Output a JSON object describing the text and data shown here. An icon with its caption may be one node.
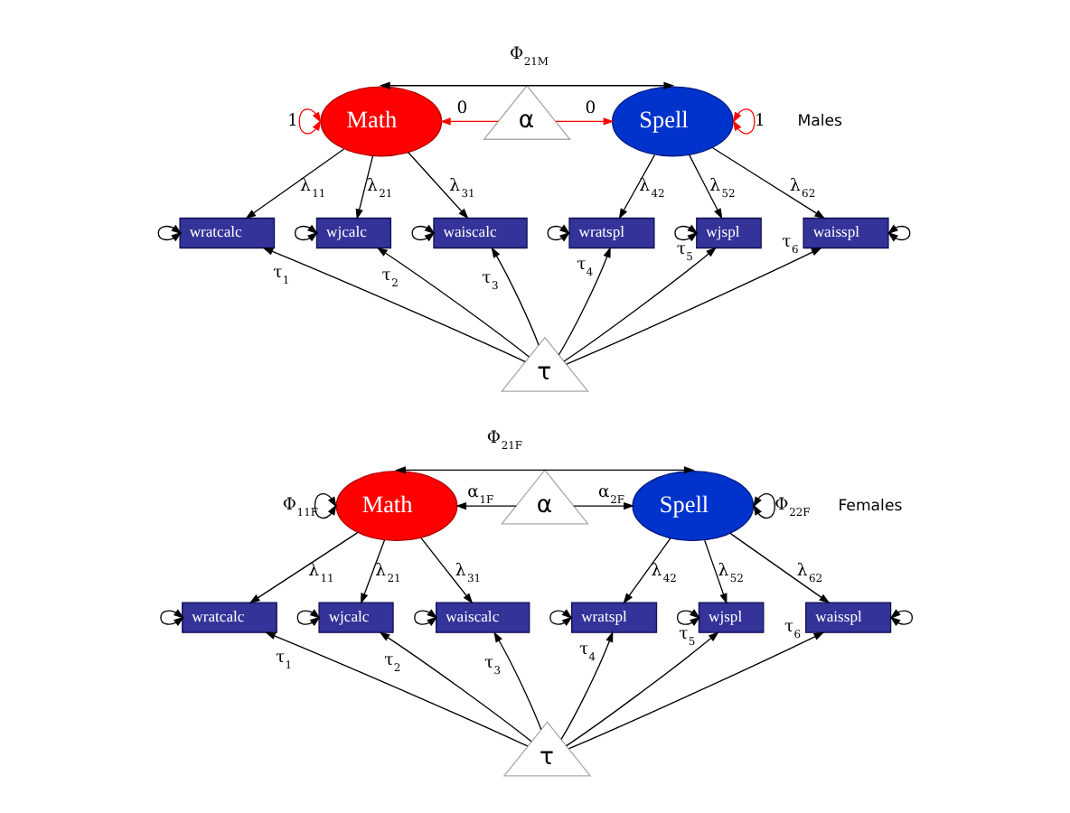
{
  "diagram": {
    "nodes": [
      {
        "text": [
          "Math"
        ]
      },
      {
        "text": [
          "α"
        ]
      },
      {
        "text": [
          "Spell"
        ]
      },
      {
        "text": [
          "wratcalc"
        ]
      },
      {
        "text": [
          "wjcalc"
        ]
      },
      {
        "text": [
          "waiscalc"
        ]
      },
      {
        "text": [
          "wratspl"
        ]
      },
      {
        "text": [
          "wjspl"
        ]
      },
      {
        "text": [
          "waisspl"
        ]
      },
      {
        "text": [
          "τ"
        ]
      },
      {
        "text": [
          "Math"
        ]
      },
      {
        "text": [
          "α"
        ]
      },
      {
        "text": [
          "Spell"
        ]
      },
      {
        "text": [
          "wratcalc"
        ]
      },
      {
        "text": [
          "wjcalc"
        ]
      },
      {
        "text": [
          "waiscalc"
        ]
      },
      {
        "text": [
          "wratspl"
        ]
      },
      {
        "text": [
          "wjspl"
        ]
      },
      {
        "text": [
          "waisspl"
        ]
      },
      {
        "text": [
          "τ"
        ]
      }
    ],
    "edges": [
      {
        "from": 0,
        "to": 2,
        "arrow": "both",
        "label": "Φ$_{21M}$"
      },
      {
        "from": 1,
        "to": 0,
        "arrow": "to",
        "label": "0",
        "color": "#ff0000"
      },
      {
        "from": 1,
        "to": 2,
        "arrow": "to",
        "label": "0",
        "color": "#ff0000"
      },
      {
        "from": 0,
        "to": 0,
        "arrow": "both",
        "label": "1",
        "color": "#ff0000"
      },
      {
        "from": 2,
        "to": 2,
        "arrow": "both",
        "label": "1",
        "color": "#ff0000"
      },
      {
        "from": 0,
        "to": 3,
        "arrow": "to",
        "label": "λ$_{11}$"
      },
      {
        "from": 0,
        "to": 4,
        "arrow": "to",
        "label": "λ$_{21}$"
      },
      {
        "from": 0,
        "to": 5,
        "arrow": "to",
        "label": "λ$_{31}$"
      },
      {
        "from": 2,
        "to": 6,
        "arrow": "to",
        "label": "λ$_{42}$"
      },
      {
        "from": 2,
        "to": 7,
        "arrow": "to",
        "label": "λ$_{52}$"
      },
      {
        "from": 2,
        "to": 8,
        "arrow": "to",
        "label": "λ$_{62}$"
      },
      {
        "from": 3,
        "to": 3,
        "arrow": "both"
      },
      {
        "from": 4,
        "to": 4,
        "arrow": "both"
      },
      {
        "from": 5,
        "to": 5,
        "arrow": "both"
      },
      {
        "from": 6,
        "to": 6,
        "arrow": "both"
      },
      {
        "from": 7,
        "to": 7,
        "arrow": "both"
      },
      {
        "from": 8,
        "to": 8,
        "arrow": "both"
      },
      {
        "from": 9,
        "to": 3,
        "arrow": "to",
        "label": "τ$_{1}$"
      },
      {
        "from": 9,
        "to": 4,
        "arrow": "to",
        "label": "τ$_{2}$"
      },
      {
        "from": 9,
        "to": 5,
        "arrow": "to",
        "label": "τ$_{3}$"
      },
      {
        "from": 9,
        "to": 6,
        "arrow": "to",
        "label": "τ$_{4}$"
      },
      {
        "from": 9,
        "to": 7,
        "arrow": "to",
        "label": "τ$_{5}$"
      },
      {
        "from": 9,
        "to": 8,
        "arrow": "to",
        "label": "τ$_{6}$"
      },
      {
        "from": 10,
        "to": 12,
        "arrow": "both",
        "label": "Φ$_{21F}$"
      },
      {
        "from": 11,
        "to": 10,
        "arrow": "to",
        "label": "α$_{1F}$"
      },
      {
        "from": 11,
        "to": 12,
        "arrow": "to",
        "label": "α$_{2F}$"
      },
      {
        "from": 10,
        "to": 10,
        "arrow": "both",
        "label": "Φ$_{11F}$"
      },
      {
        "from": 12,
        "to": 12,
        "arrow": "both",
        "label": "Φ$_{22F}$"
      },
      {
        "from": 10,
        "to": 13,
        "arrow": "to",
        "label": "λ$_{11}$"
      },
      {
        "from": 10,
        "to": 14,
        "arrow": "to",
        "label": "λ$_{21}$"
      },
      {
        "from": 10,
        "to": 15,
        "arrow": "to",
        "label": "λ$_{31}$"
      },
      {
        "from": 12,
        "to": 16,
        "arrow": "to",
        "label": "λ$_{42}$"
      },
      {
        "from": 12,
        "to": 17,
        "arrow": "to",
        "label": "λ$_{52}$"
      },
      {
        "from": 12,
        "to": 18,
        "arrow": "to",
        "label": "λ$_{62}$"
      },
      {
        "from": 13,
        "to": 13,
        "arrow": "both"
      },
      {
        "from": 14,
        "to": 14,
        "arrow": "both"
      },
      {
        "from": 15,
        "to": 15,
        "arrow": "both"
      },
      {
        "from": 16,
        "to": 16,
        "arrow": "both"
      },
      {
        "from": 17,
        "to": 17,
        "arrow": "both"
      },
      {
        "from": 18,
        "to": 18,
        "arrow": "both"
      },
      {
        "from": 19,
        "to": 13,
        "arrow": "to",
        "label": "τ$_{1}$"
      },
      {
        "from": 19,
        "to": 14,
        "arrow": "to",
        "label": "τ$_{2}$"
      },
      {
        "from": 19,
        "to": 15,
        "arrow": "to",
        "label": "τ$_{3}$"
      },
      {
        "from": 19,
        "to": 16,
        "arrow": "to",
        "label": "τ$_{4}$"
      },
      {
        "from": 19,
        "to": 17,
        "arrow": "to",
        "label": "τ$_{5}$"
      },
      {
        "from": 19,
        "to": 18,
        "arrow": "to",
        "label": "τ$_{6}$"
      }
    ],
    "labels": [
      "Males",
      "Females"
    ]
  }
}
